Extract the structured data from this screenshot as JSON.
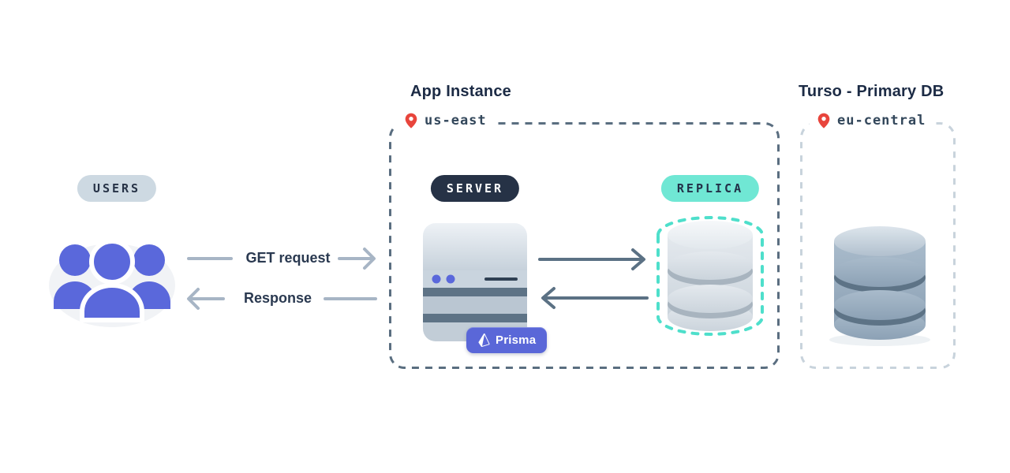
{
  "diagram": {
    "users": {
      "badge": "USERS"
    },
    "flows": {
      "get_request": "GET request",
      "response": "Response"
    },
    "app_instance": {
      "title": "App Instance",
      "region": "us-east",
      "server_badge": "SERVER",
      "replica_badge": "REPLICA",
      "prisma_label": "Prisma"
    },
    "primary_db": {
      "title": "Turso - Primary DB",
      "region": "eu-central"
    },
    "colors": {
      "accent_indigo": "#5A68DB",
      "accent_teal": "#4EDFCB",
      "badge_teal": "#70E7D4",
      "dark_navy": "#263246",
      "pin_red": "#E8453C",
      "arrow_light": "#A7B5C5",
      "arrow_dark": "#5B7184",
      "app_box_border": "#5A6E80",
      "turso_box_border": "#C8D3DC",
      "prisma_indigo": "#5A67D8"
    }
  }
}
